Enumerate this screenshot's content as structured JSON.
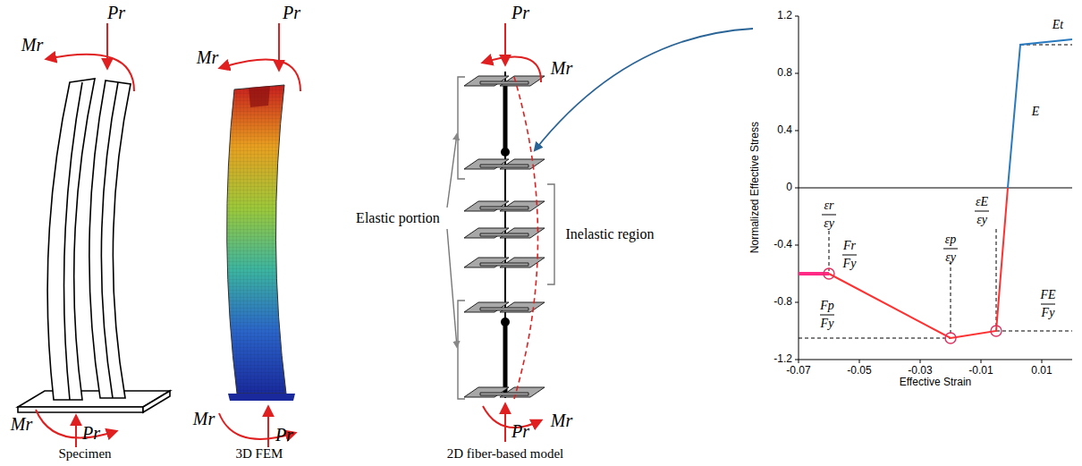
{
  "diagram": {
    "labels": [
      "Pr",
      "Mr",
      "Mr",
      "Pr",
      "Specimen",
      "Pr",
      "Mr",
      "Mr",
      "Pr",
      "3D FEM",
      "Pr",
      "Mr",
      "Mr",
      "Pr",
      "2D fiber-based model",
      "Elastic portion",
      "Inelastic region",
      "Normalized Effective Stress",
      "Effective Strain",
      "1.2",
      "0.8",
      "0.4",
      "0",
      "-0.4",
      "-0.8",
      "-1.2",
      "-0.07",
      "-0.05",
      "-0.03",
      "-0.01",
      "0.01",
      "εr",
      "εy",
      "Fr",
      "Fy",
      "εp",
      "εy",
      "Fp",
      "Fy",
      "εE",
      "εy",
      "FE",
      "Fy",
      "Et",
      "E"
    ]
  }
}
